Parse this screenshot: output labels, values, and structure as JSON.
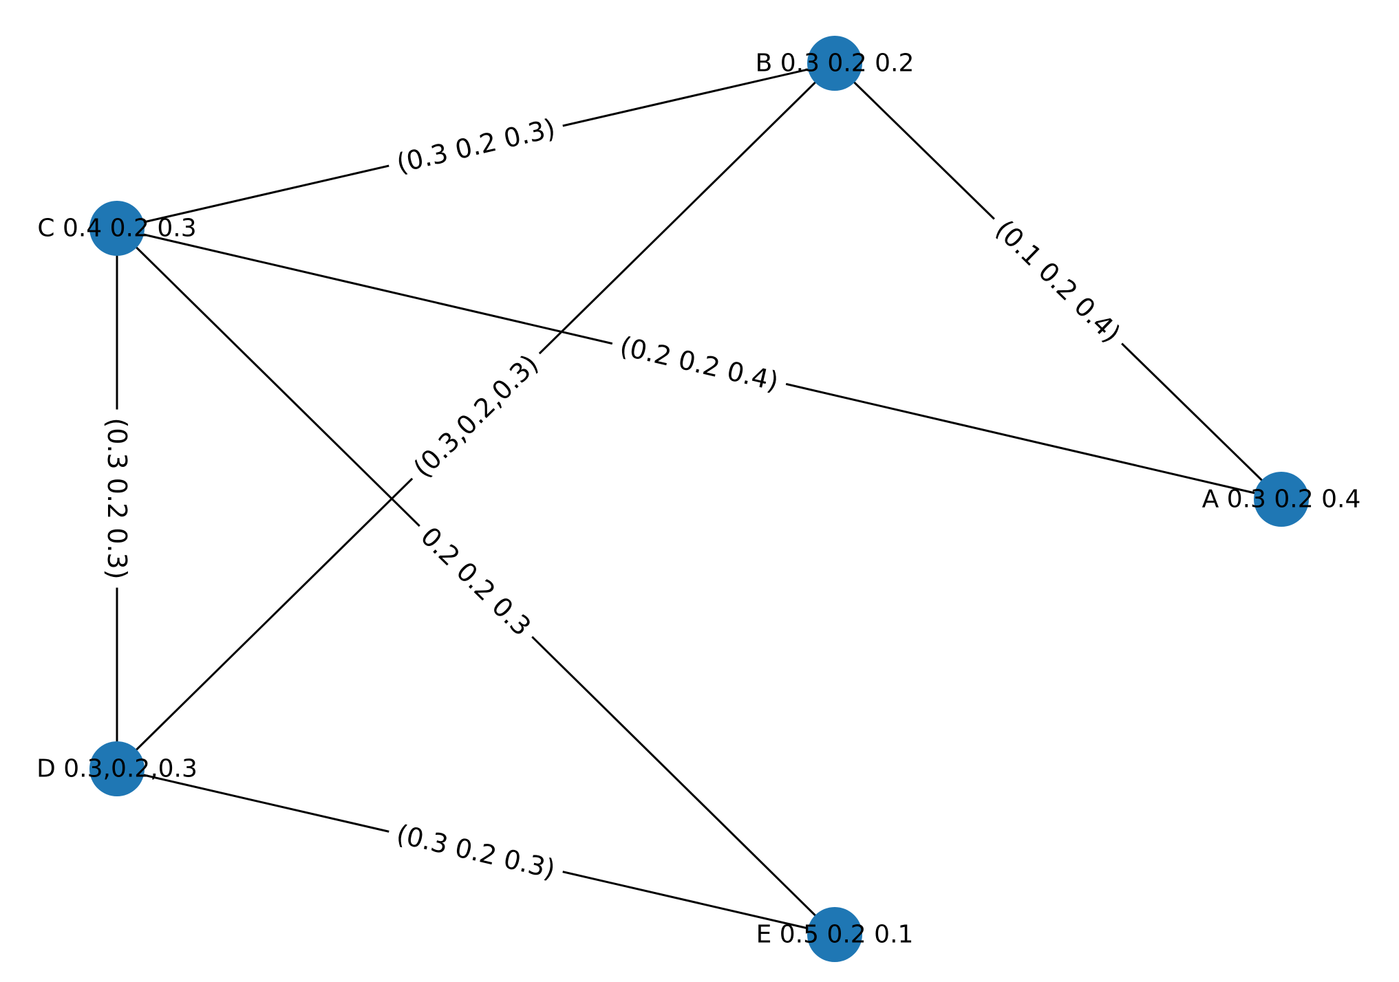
{
  "graph": {
    "colors": {
      "node": "#1f77b4",
      "edge": "#000000",
      "text": "#000000",
      "background": "#ffffff"
    },
    "nodes": [
      {
        "id": "A",
        "label": "A 0.3 0.2 0.4"
      },
      {
        "id": "B",
        "label": "B 0.3 0.2 0.2"
      },
      {
        "id": "C",
        "label": "C 0.4 0.2 0.3"
      },
      {
        "id": "D",
        "label": "D 0.3,0.2,0.3"
      },
      {
        "id": "E",
        "label": "E 0.5 0.2 0.1"
      }
    ],
    "edges": [
      {
        "source": "C",
        "target": "B",
        "label": "(0.3 0.2 0.3)"
      },
      {
        "source": "B",
        "target": "A",
        "label": "(0.1 0.2 0.4)"
      },
      {
        "source": "C",
        "target": "A",
        "label": "(0.2 0.2 0.4)"
      },
      {
        "source": "D",
        "target": "B",
        "label": "(0.3,0.2,0.3)"
      },
      {
        "source": "C",
        "target": "D",
        "label": "(0.3 0.2 0.3)"
      },
      {
        "source": "C",
        "target": "E",
        "label": "0.2 0.2 0.3"
      },
      {
        "source": "D",
        "target": "E",
        "label": "(0.3 0.2 0.3)"
      }
    ]
  }
}
